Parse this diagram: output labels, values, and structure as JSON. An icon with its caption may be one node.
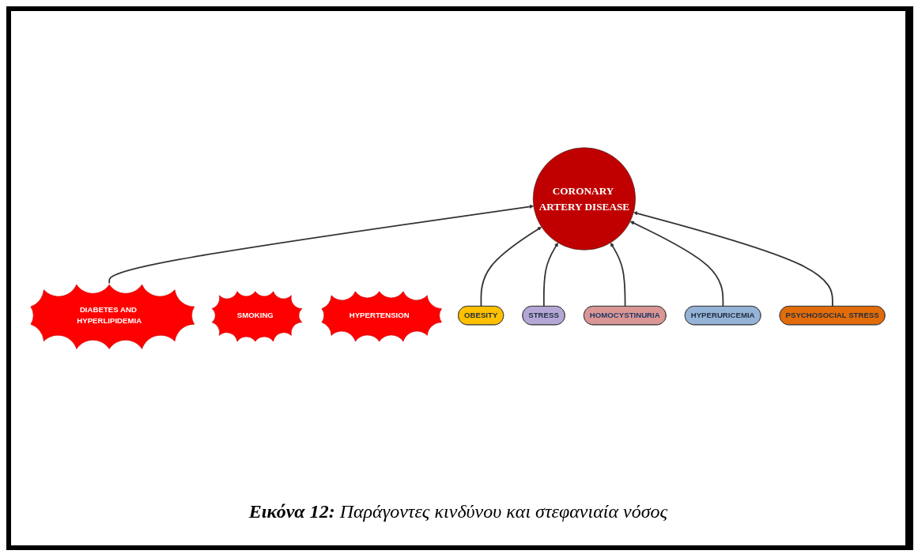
{
  "diagram": {
    "caption": "**Εικόνα 12:** Παράγοντες κινδύνου και στεφανιαία νόσος",
    "nodes": [
      {
        "text": [
          "DIABETES AND HYPERLIPIDEMIA"
        ]
      },
      {
        "text": [
          "SMOKING"
        ]
      },
      {
        "text": [
          "HYPERTENSION"
        ]
      },
      {
        "text": [
          "CORONARY ARTERY DISEASE"
        ]
      },
      {
        "text": [
          "OBESITY"
        ]
      },
      {
        "text": [
          "STRESS"
        ]
      },
      {
        "text": [
          "HOMOCYSTINURIA"
        ]
      },
      {
        "text": [
          "HYPERURICEMIA"
        ]
      },
      {
        "text": [
          "PSYCHOSOCIAL STRESS"
        ]
      }
    ],
    "edges": [
      {
        "from": 0,
        "to": 3,
        "arrow": "to"
      },
      {
        "from": 4,
        "to": 3,
        "arrow": "to"
      },
      {
        "from": 5,
        "to": 3,
        "arrow": "to"
      },
      {
        "from": 6,
        "to": 3,
        "arrow": "to"
      },
      {
        "from": 7,
        "to": 3,
        "arrow": "to"
      },
      {
        "from": 8,
        "to": 3,
        "arrow": "to"
      }
    ]
  }
}
